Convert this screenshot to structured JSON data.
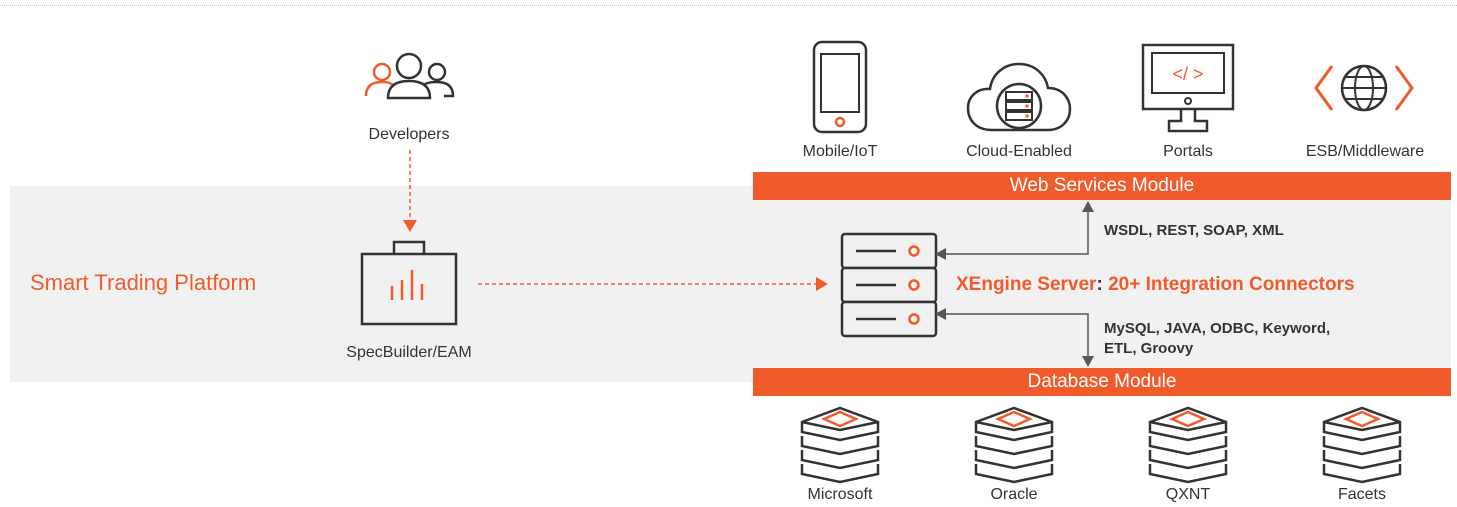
{
  "platform": {
    "label": "Smart Trading Platform"
  },
  "developers": {
    "label": "Developers"
  },
  "specbuilder": {
    "label": "SpecBuilder/EAM"
  },
  "clients": [
    {
      "label": "Mobile/IoT",
      "icon": "mobile-phone-icon"
    },
    {
      "label": "Cloud-Enabled",
      "icon": "cloud-server-icon"
    },
    {
      "label": "Portals",
      "icon": "monitor-code-icon"
    },
    {
      "label": "ESB/Middleware",
      "icon": "globe-brackets-icon"
    }
  ],
  "web_services": {
    "label": "Web Services Module",
    "protocols": "WSDL, REST, SOAP, XML"
  },
  "server": {
    "name": "XEngine Server",
    "separator": ":",
    "tagline": "20+ Integration Connectors",
    "icon": "server-stack-icon"
  },
  "database": {
    "label": "Database Module",
    "protocols_line1": "MySQL, JAVA, ODBC, Keyword,",
    "protocols_line2": "ETL, Groovy"
  },
  "databases": [
    {
      "label": "Microsoft",
      "icon": "database-layers-icon"
    },
    {
      "label": "Oracle",
      "icon": "database-layers-icon"
    },
    {
      "label": "QXNT",
      "icon": "database-layers-icon"
    },
    {
      "label": "Facets",
      "icon": "database-layers-icon"
    }
  ],
  "colors": {
    "accent": "#f15a2b",
    "icon_stroke": "#333333",
    "band": "#f1f1f1"
  }
}
